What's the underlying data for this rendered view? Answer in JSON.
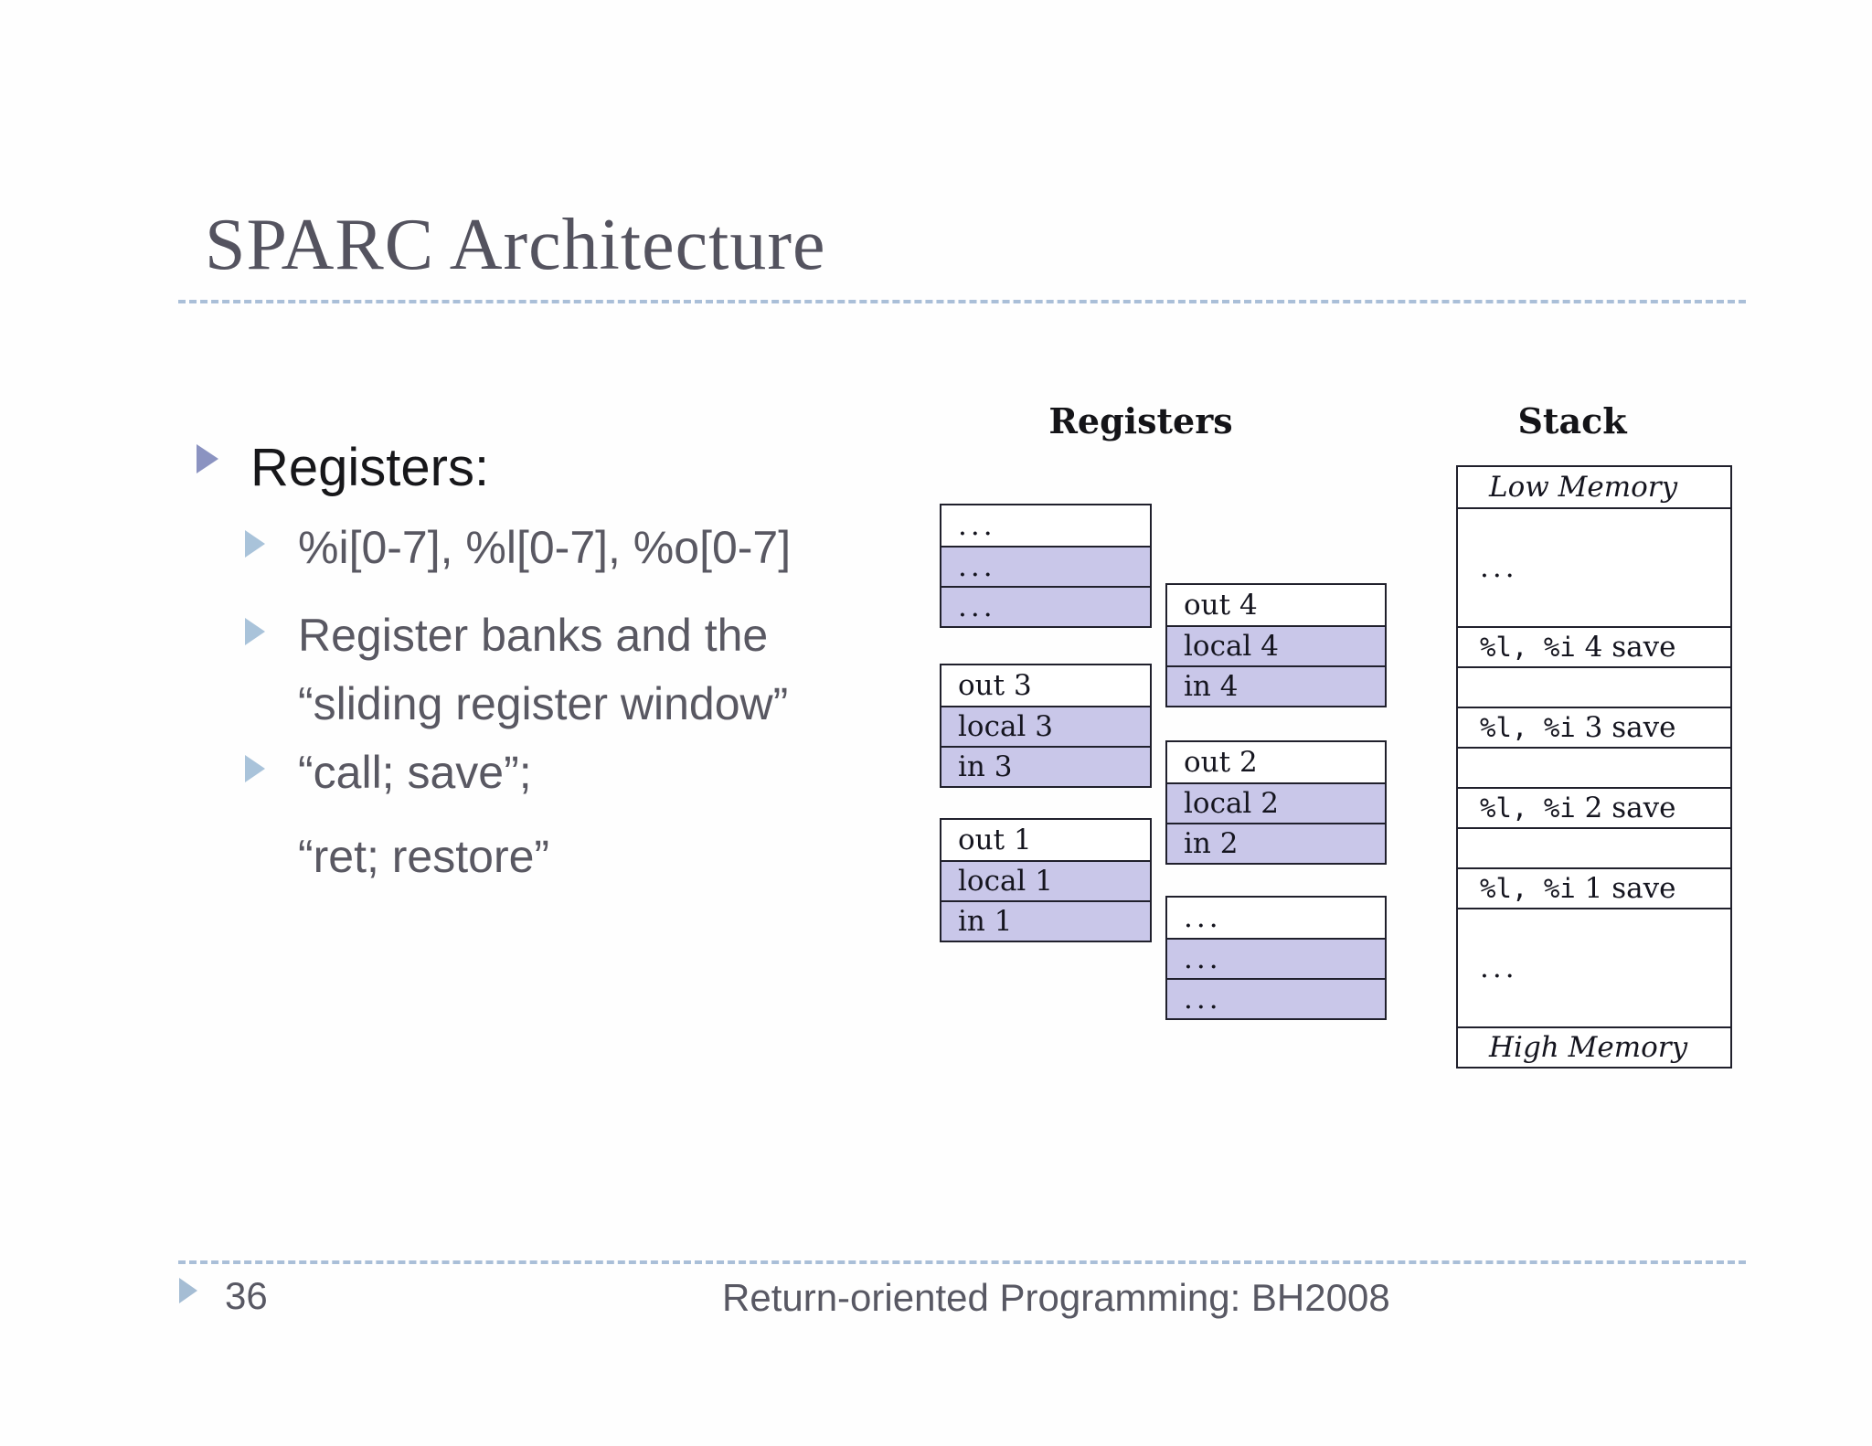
{
  "title": "SPARC Architecture",
  "colors": {
    "title_text": "#54535f",
    "body_text": "#595862",
    "level1_text": "#17171a",
    "bullet_level1": "#8b93c1",
    "bullet_level2": "#a9c3da",
    "footer_marker": "#a5bdd4",
    "dashed_rule": "#aabfd8",
    "register_shaded_fill": "#c9c7e9",
    "box_border": "#20202c"
  },
  "bullets": {
    "level1_label": "Registers:",
    "item_registers": "%i[0-7], %l[0-7], %o[0-7]",
    "item_banks_line1": "Register banks and the",
    "item_banks_line2": "“sliding register window”",
    "item_call_line1": "“call; save”;",
    "item_call_line2": "“ret; restore”"
  },
  "registers_diagram": {
    "heading": "Registers",
    "boxes": [
      {
        "rows": [
          "...",
          "...",
          "..."
        ]
      },
      {
        "rows": [
          "out 3",
          "local 3",
          "in 3"
        ]
      },
      {
        "rows": [
          "out 1",
          "local 1",
          "in 1"
        ]
      },
      {
        "rows": [
          "out 4",
          "local 4",
          "in 4"
        ]
      },
      {
        "rows": [
          "out 2",
          "local 2",
          "in 2"
        ]
      },
      {
        "rows": [
          "...",
          "...",
          "..."
        ]
      }
    ]
  },
  "stack_diagram": {
    "heading": "Stack",
    "rows": [
      {
        "label": "Low Memory"
      },
      {
        "label": "..."
      },
      {
        "mono": "%l, %i",
        "rest": " 4 save"
      },
      {
        "label": ""
      },
      {
        "mono": "%l, %i",
        "rest": " 3 save"
      },
      {
        "label": ""
      },
      {
        "mono": "%l, %i",
        "rest": " 2 save"
      },
      {
        "label": ""
      },
      {
        "mono": "%l, %i",
        "rest": " 1 save"
      },
      {
        "label": "..."
      },
      {
        "label": "High Memory"
      }
    ]
  },
  "footer": {
    "page_number": "36",
    "label": "Return-oriented Programming: BH2008"
  }
}
